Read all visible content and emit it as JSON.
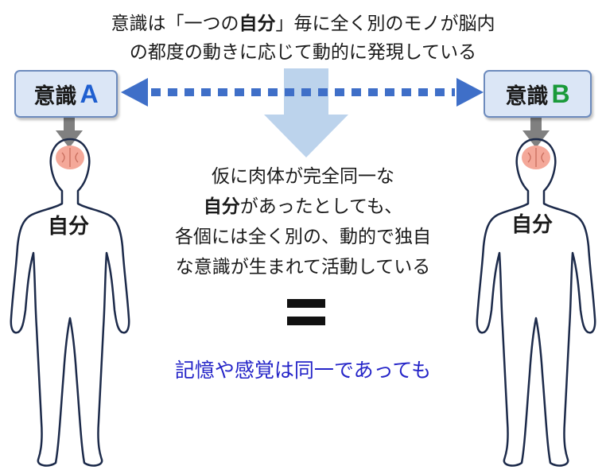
{
  "header": {
    "line1_pre": "意識は「一つの",
    "line1_bold": "自分",
    "line1_post": "」毎に全く別のモノが脳内",
    "line2": "の都度の動きに応じて動的に発現している"
  },
  "consciousness_a": {
    "label": "意識",
    "letter": "A",
    "letter_color": "#1f5fd0"
  },
  "consciousness_b": {
    "label": "意識",
    "letter": "B",
    "letter_color": "#1a9a3a"
  },
  "person_left": {
    "label": "自分"
  },
  "person_right": {
    "label": "自分"
  },
  "middle": {
    "line1": "仮に肉体が完全同一な",
    "line2_bold": "自分",
    "line2_rest": "があったとしても、",
    "line3": "各個には全く別の、動的で独自",
    "line4": "な意識が生まれて活動している"
  },
  "equals_sign": "=",
  "conclusion": "記憶や感覚は同一であっても",
  "colors": {
    "box_fill": "#dbe6f6",
    "box_border": "#6d8bbd",
    "dotted_arrow": "#3f6fc8",
    "down_arrow": "#bcd3ec",
    "small_arrow": "#808080",
    "brain": "#f4a899",
    "outline": "#1c2a4a",
    "conclusion_text": "#2424c8"
  }
}
